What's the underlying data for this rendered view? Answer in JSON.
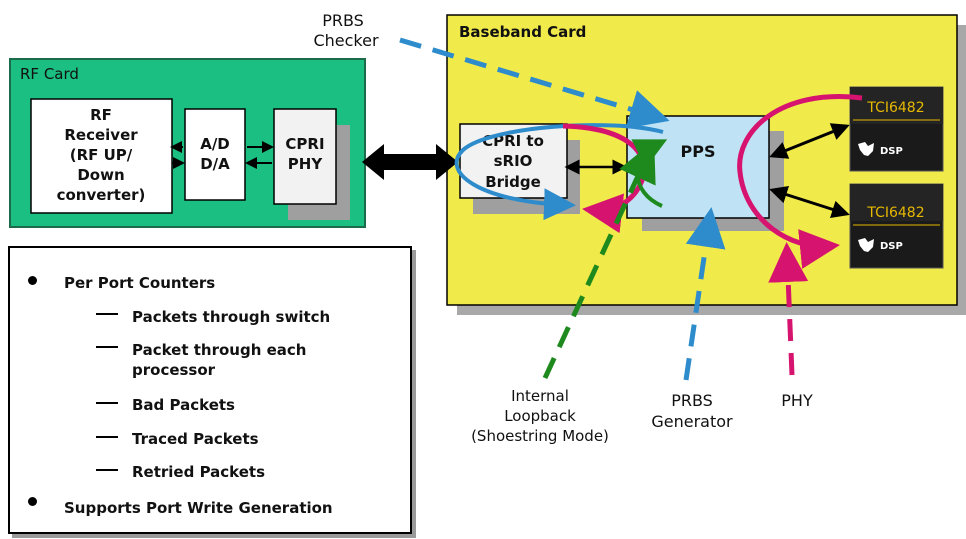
{
  "baseband": {
    "title": "Baseband Card"
  },
  "rf": {
    "title": "RF Card"
  },
  "rf_receiver": {
    "line1": "RF",
    "line2": "Receiver",
    "line3": "(RF UP/",
    "line4": "Down",
    "line5": "converter)"
  },
  "adda": {
    "line1": "A/D",
    "line2": "D/A"
  },
  "cpri_phy": {
    "line1": "CPRI",
    "line2": "PHY"
  },
  "bridge": {
    "line1": "CPRI to",
    "line2": "sRIO",
    "line3": "Bridge"
  },
  "pps": {
    "label": "PPS"
  },
  "dsp1": {
    "model": "TCI6482",
    "tag": "DSP"
  },
  "dsp2": {
    "model": "TCI6482",
    "tag": "DSP"
  },
  "labels": {
    "prbs_checker_1": "PRBS",
    "prbs_checker_2": "Checker",
    "internal_1": "Internal",
    "internal_2": "Loopback",
    "internal_3": "(Shoestring Mode)",
    "prbs_gen_1": "PRBS",
    "prbs_gen_2": "Generator",
    "phy": "PHY"
  },
  "legend": {
    "bullet1": "Per Port Counters",
    "items": [
      "Packets through switch",
      "Packet through each",
      "processor",
      "Bad Packets",
      "Traced Packets",
      "Retried Packets"
    ],
    "bullet2": "Supports Port Write Generation"
  },
  "colors": {
    "baseband_fill": "#f0ea4a",
    "rf_fill": "#1bbf82",
    "pps_fill": "#bfe3f4",
    "blue": "#2e8ccc",
    "magenta": "#d6136e",
    "green": "#1e8a1e"
  }
}
